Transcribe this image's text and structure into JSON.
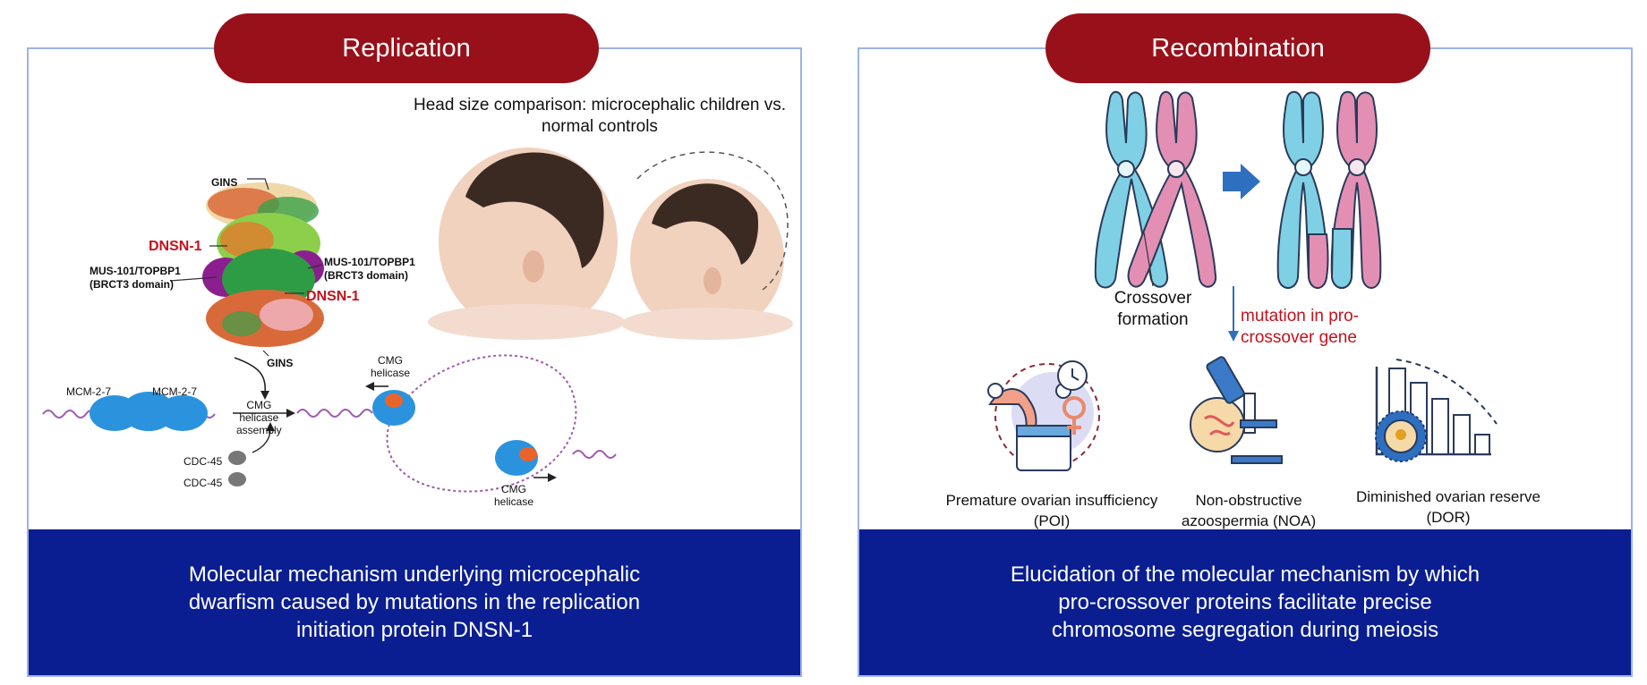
{
  "left": {
    "title": "Replication",
    "subtitle": "Head size comparison: microcephalic children vs. normal controls",
    "labels": {
      "gins_top": "GINS",
      "gins_bottom": "GINS",
      "dnsn_top": "DNSN-1",
      "dnsn_bottom": "DNSN-1",
      "mus_left_1": "MUS-101/TOPBP1",
      "mus_left_2": "(BRCT3 domain)",
      "mus_right_1": "MUS-101/TOPBP1",
      "mus_right_2": "(BRCT3 domain)",
      "mcm_1": "MCM-2-7",
      "mcm_2": "MCM-2-7",
      "cmg_assembly_1": "CMG",
      "cmg_assembly_2": "helicase",
      "cmg_assembly_3": "assembly",
      "cdc_1": "CDC-45",
      "cdc_2": "CDC-45",
      "cmg_top_1": "CMG",
      "cmg_top_2": "helicase",
      "cmg_bottom_1": "CMG",
      "cmg_bottom_2": "helicase"
    },
    "footer": "Molecular mechanism underlying microcephalic dwarfism caused by mutations in the replication initiation protein DNSN-1"
  },
  "right": {
    "title": "Recombination",
    "crossover_label": "Crossover formation",
    "mutation_label": "mutation in pro-crossover gene",
    "conditions": [
      {
        "name": "Premature ovarian insufficiency",
        "abbr": "(POI)"
      },
      {
        "name": "Non-obstructive",
        "abbr": "azoospermia (NOA)"
      },
      {
        "name": "Diminished ovarian reserve",
        "abbr": "(DOR)"
      }
    ],
    "footer": "Elucidation of the molecular mechanism by which pro-crossover proteins facilitate precise chromosome segregation during meiosis"
  },
  "colors": {
    "pill": "#98101a",
    "footer": "#0a1e91",
    "border": "#9db3e6",
    "chrom_blue": "#7fd0e4",
    "chrom_pink": "#e28fb3",
    "arrow_blue": "#2f6fbf",
    "accent_red": "#c3121d"
  }
}
